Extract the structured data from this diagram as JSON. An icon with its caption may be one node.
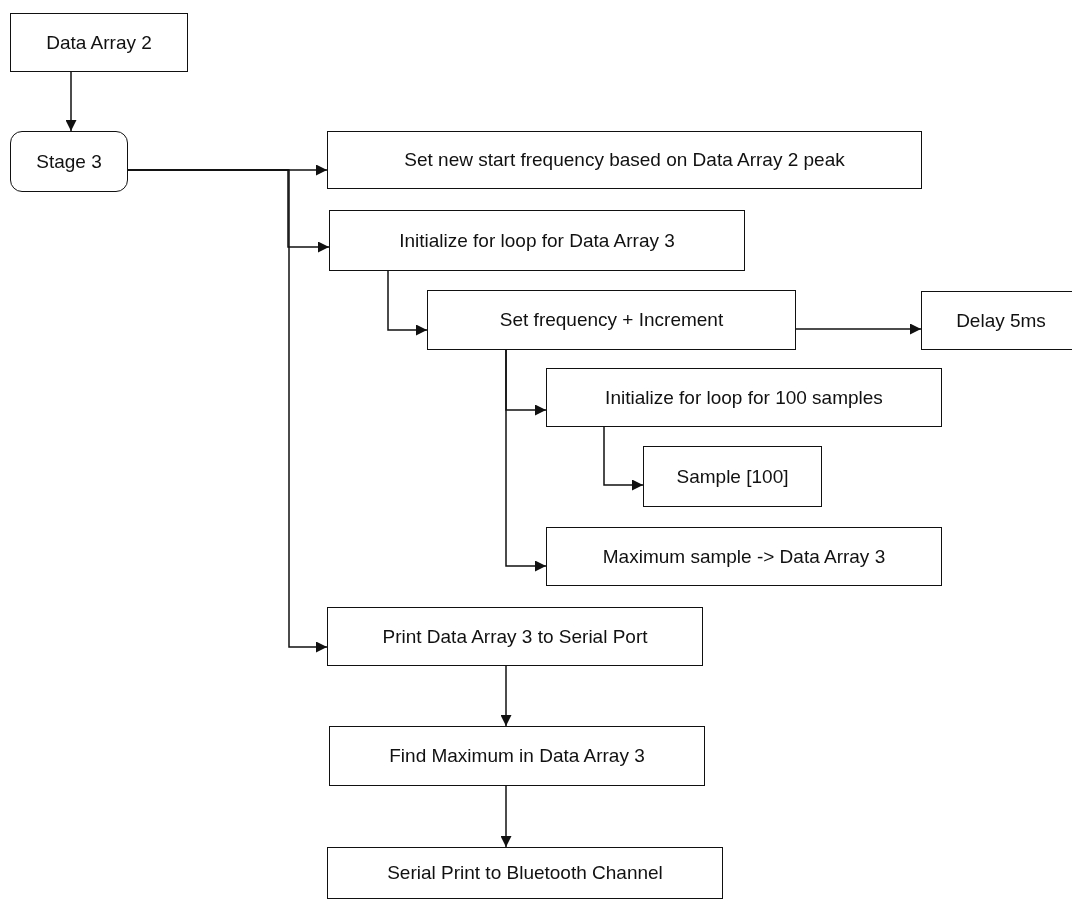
{
  "diagram": {
    "nodes": [
      {
        "text": [
          "Data Array 2"
        ]
      },
      {
        "text": [
          "Stage 3"
        ]
      },
      {
        "text": [
          "Set new start frequency based on Data Array 2 peak"
        ]
      },
      {
        "text": [
          "Initialize for loop for Data Array 3"
        ]
      },
      {
        "text": [
          "Set frequency + Increment"
        ]
      },
      {
        "text": [
          "Delay 5ms"
        ]
      },
      {
        "text": [
          "Initialize for loop for 100 samples"
        ]
      },
      {
        "text": [
          "Sample [100]"
        ]
      },
      {
        "text": [
          "Maximum sample -> Data Array 3"
        ]
      },
      {
        "text": [
          "Print Data Array 3 to Serial Port"
        ]
      },
      {
        "text": [
          "Find Maximum in Data Array 3"
        ]
      },
      {
        "text": [
          "Serial Print to Bluetooth Channel"
        ]
      }
    ],
    "edges": [
      {
        "from": 0,
        "to": 1,
        "arrow": "to"
      },
      {
        "from": 1,
        "to": 2,
        "arrow": "to"
      },
      {
        "from": 1,
        "to": 3,
        "arrow": "to"
      },
      {
        "from": 1,
        "to": 9,
        "arrow": "to"
      },
      {
        "from": 3,
        "to": 4,
        "arrow": "to"
      },
      {
        "from": 4,
        "to": 5,
        "arrow": "to"
      },
      {
        "from": 4,
        "to": 6,
        "arrow": "to"
      },
      {
        "from": 4,
        "to": 8,
        "arrow": "to"
      },
      {
        "from": 6,
        "to": 7,
        "arrow": "to"
      },
      {
        "from": 9,
        "to": 10,
        "arrow": "to"
      },
      {
        "from": 10,
        "to": 11,
        "arrow": "to"
      }
    ]
  }
}
